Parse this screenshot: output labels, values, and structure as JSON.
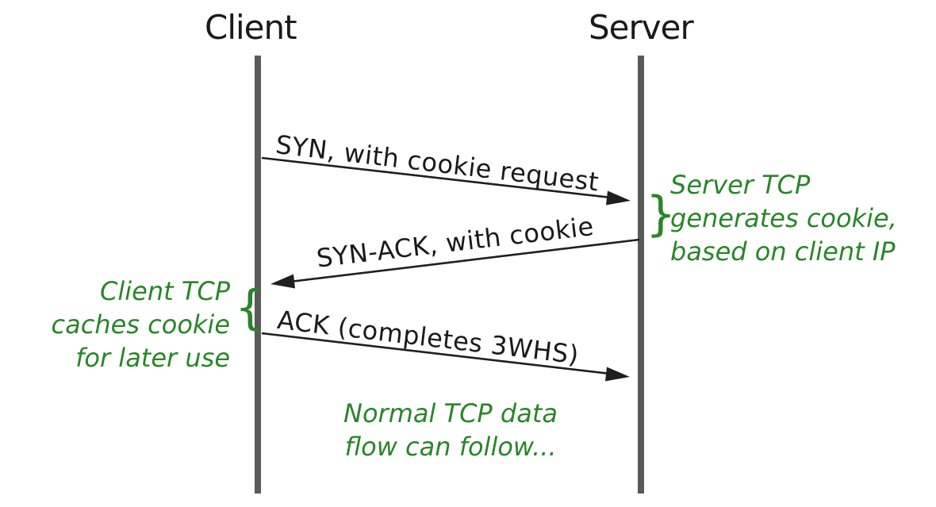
{
  "actors": {
    "client": "Client",
    "server": "Server"
  },
  "messages": [
    {
      "label": "SYN, with cookie request",
      "from": "client",
      "to": "server"
    },
    {
      "label": "SYN-ACK, with cookie",
      "from": "server",
      "to": "client"
    },
    {
      "label": "ACK (completes 3WHS)",
      "from": "client",
      "to": "server"
    }
  ],
  "annotations": {
    "server_note": {
      "brace": "}",
      "line1": "Server TCP",
      "line2": "generates cookie,",
      "line3": "based on client IP"
    },
    "client_note": {
      "brace": "{",
      "line1": "Client TCP",
      "line2": "caches cookie",
      "line3": "for later use"
    },
    "footer_note": {
      "line1": "Normal TCP data",
      "line2": "flow can follow..."
    }
  },
  "colors": {
    "annotation_green": "#2a852a",
    "lifeline_gray": "#5a5a5a",
    "arrow_black": "#1f1f1f"
  }
}
